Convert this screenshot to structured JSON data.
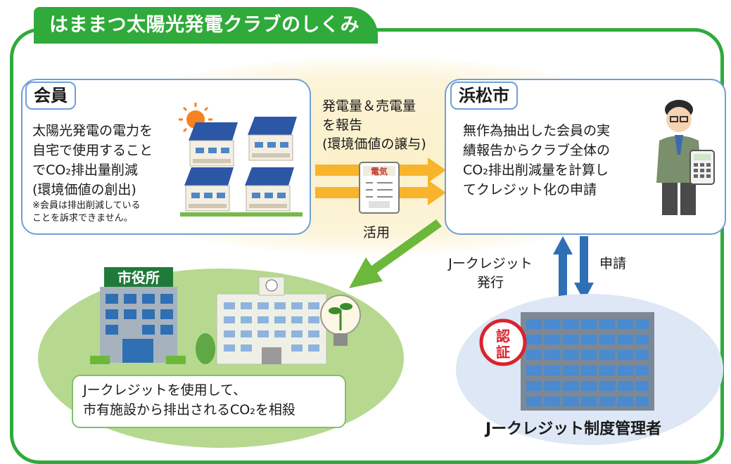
{
  "title": "はままつ太陽光発電クラブのしくみ",
  "member": {
    "tag": "会員",
    "lines": [
      "太陽光発電の電力を",
      "自宅で使用すること",
      "でCO₂排出量削減",
      "(環境価値の創出)"
    ],
    "notes": [
      "※会員は排出削減している",
      "ことを訴求できません。"
    ]
  },
  "report_flow": {
    "lines": [
      "発電量＆売電量",
      "を報告",
      "(環境価値の譲与)"
    ],
    "document_header": "電気"
  },
  "city": {
    "tag": "浜松市",
    "lines": [
      "無作為抽出した会員の実",
      "績報告からクラブ全体の",
      "CO₂排出削減量を計算し",
      "てクレジット化の申請"
    ]
  },
  "utilize_label": "活用",
  "issue_label": [
    "Jークレジット",
    "発行"
  ],
  "apply_label": "申請",
  "city_hall_sign": "市役所",
  "city_hall_note": [
    "Jークレジットを使用して、",
    "市有施設から排出されるCO₂を相殺"
  ],
  "administrator": {
    "stamp": [
      "認",
      "証"
    ],
    "label": "Jークレジット制度管理者"
  },
  "colors": {
    "frame_green": "#2faa3b",
    "box_border_blue": "#6f9fd6",
    "flow_arrow_orange": "#f7b42c",
    "utilize_arrow_green": "#6cb83a",
    "issue_arrow_blue": "#2f6fb3",
    "stamp_red": "#d9232d"
  }
}
